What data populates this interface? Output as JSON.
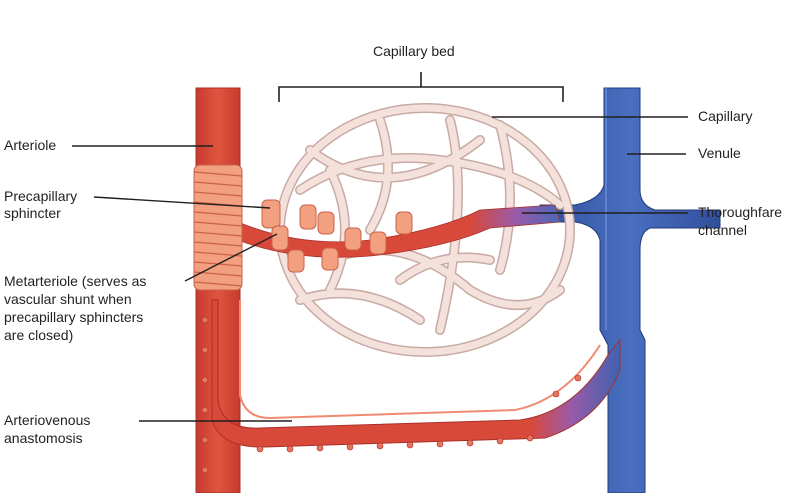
{
  "diagram": {
    "title": "Capillary bed",
    "labels": {
      "arteriole": "Arteriole",
      "precapillary_line1": "Precapillary",
      "precapillary_line2": "sphincter",
      "metarteriole_line1": "Metarteriole (serves as",
      "metarteriole_line2": "vascular shunt when",
      "metarteriole_line3": "precapillary sphincters",
      "metarteriole_line4": "are closed)",
      "av_line1": "Arteriovenous",
      "av_line2": "anastomosis",
      "capillary": "Capillary",
      "venule": "Venule",
      "thoroughfare_line1": "Thoroughfare",
      "thoroughfare_line2": "channel"
    },
    "colors": {
      "artery": "#d9493a",
      "artery_light": "#e8735f",
      "sphincter": "#f2a07f",
      "sphincter_edge": "#c9624b",
      "vein": "#3f62b0",
      "vein_dark": "#2a4a94",
      "capillary": "#f5e1dc",
      "capillary_edge": "#c8aaa4",
      "leader": "#231f20"
    }
  }
}
